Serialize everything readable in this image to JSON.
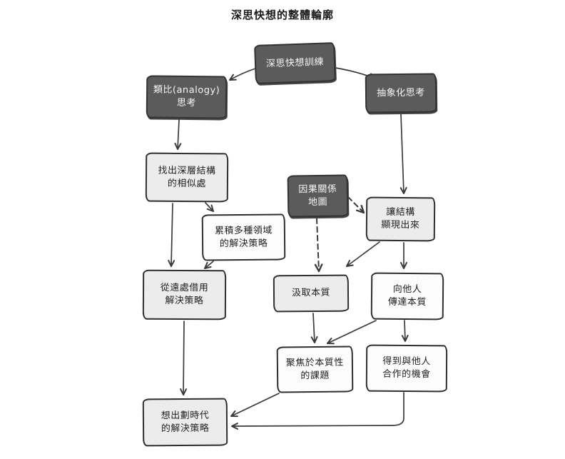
{
  "title": "深思快想的整體輪廓",
  "colors": {
    "background": "#ffffff",
    "dark_node_bg": "#5b5b5b",
    "dark_node_text": "#f5f5f5",
    "shaded_node_bg": "#ececec",
    "white_node_bg": "#fcfcfc",
    "node_border": "#2f2f2f",
    "arrow": "#3a3a3a"
  },
  "diagram": {
    "nodes": {
      "training": {
        "label": "深思快想訓練",
        "variant": "dark"
      },
      "analogy": {
        "label": "類比(analogy)\n思考",
        "variant": "dark"
      },
      "abstraction": {
        "label": "抽象化思考",
        "variant": "dark"
      },
      "find_similar": {
        "label": "找出深層結構\n的相似處",
        "variant": "shaded"
      },
      "causal_map": {
        "label": "因果關係\n地圖",
        "variant": "dark"
      },
      "reveal_structure": {
        "label": "讓結構\n顯現出來",
        "variant": "shaded"
      },
      "accumulate": {
        "label": "累積多種領域\n的解決策略",
        "variant": "white"
      },
      "borrow": {
        "label": "從遠處借用\n解決策略",
        "variant": "shaded"
      },
      "extract_essence": {
        "label": "汲取本質",
        "variant": "shaded"
      },
      "convey_essence": {
        "label": "向他人\n傳達本質",
        "variant": "white"
      },
      "focus_essential": {
        "label": "聚焦於本質性\n的課題",
        "variant": "white"
      },
      "cooperation": {
        "label": "得到與他人\n合作的機會",
        "variant": "white"
      },
      "breakthrough": {
        "label": "想出劃時代\n的解決策略",
        "variant": "shaded"
      }
    },
    "edges": [
      {
        "from": "training",
        "to": "analogy",
        "style": "solid"
      },
      {
        "from": "training",
        "to": "abstraction",
        "style": "solid"
      },
      {
        "from": "analogy",
        "to": "find_similar",
        "style": "solid"
      },
      {
        "from": "abstraction",
        "to": "reveal_structure",
        "style": "solid"
      },
      {
        "from": "find_similar",
        "to": "accumulate",
        "style": "solid"
      },
      {
        "from": "find_similar",
        "to": "borrow",
        "style": "solid"
      },
      {
        "from": "accumulate",
        "to": "borrow",
        "style": "solid"
      },
      {
        "from": "causal_map",
        "to": "extract_essence",
        "style": "dashed"
      },
      {
        "from": "causal_map",
        "to": "reveal_structure",
        "style": "dashed"
      },
      {
        "from": "reveal_structure",
        "to": "extract_essence",
        "style": "solid"
      },
      {
        "from": "reveal_structure",
        "to": "convey_essence",
        "style": "solid"
      },
      {
        "from": "extract_essence",
        "to": "focus_essential",
        "style": "solid"
      },
      {
        "from": "convey_essence",
        "to": "focus_essential",
        "style": "solid"
      },
      {
        "from": "convey_essence",
        "to": "cooperation",
        "style": "solid"
      },
      {
        "from": "focus_essential",
        "to": "breakthrough",
        "style": "solid"
      },
      {
        "from": "cooperation",
        "to": "breakthrough",
        "style": "solid"
      },
      {
        "from": "borrow",
        "to": "breakthrough",
        "style": "solid"
      }
    ]
  }
}
